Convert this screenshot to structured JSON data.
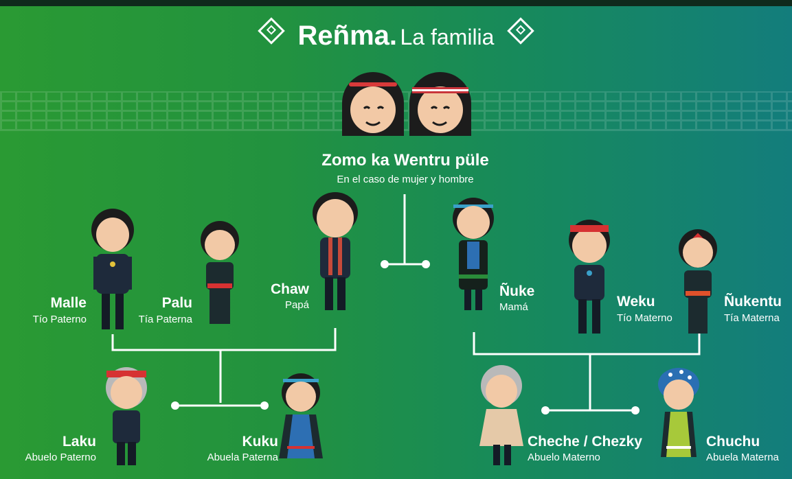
{
  "title": {
    "main": "Reñma.",
    "sub": "La familia"
  },
  "couple": {
    "name": "Zomo ka Wentru püle",
    "desc": "En el caso de mujer y hombre"
  },
  "members": {
    "malle": {
      "name": "Malle",
      "role": "Tío Paterno"
    },
    "palu": {
      "name": "Palu",
      "role": "Tía Paterna"
    },
    "chaw": {
      "name": "Chaw",
      "role": "Papá"
    },
    "nuke": {
      "name": "Ñuke",
      "role": "Mamá"
    },
    "weku": {
      "name": "Weku",
      "role": "Tío Materno"
    },
    "nukentu": {
      "name": "Ñukentu",
      "role": "Tía Materna"
    },
    "laku": {
      "name": "Laku",
      "role": "Abuelo Paterno"
    },
    "kuku": {
      "name": "Kuku",
      "role": "Abuela Paterna"
    },
    "cheche": {
      "name": "Cheche / Chezky",
      "role": "Abuelo Materno"
    },
    "chuchu": {
      "name": "Chuchu",
      "role": "Abuela Materna"
    }
  },
  "colors": {
    "background_left": "#2a9a33",
    "background_right": "#137d7c",
    "skin": "#f2c9a6",
    "hair": "#1c1c1c"
  }
}
